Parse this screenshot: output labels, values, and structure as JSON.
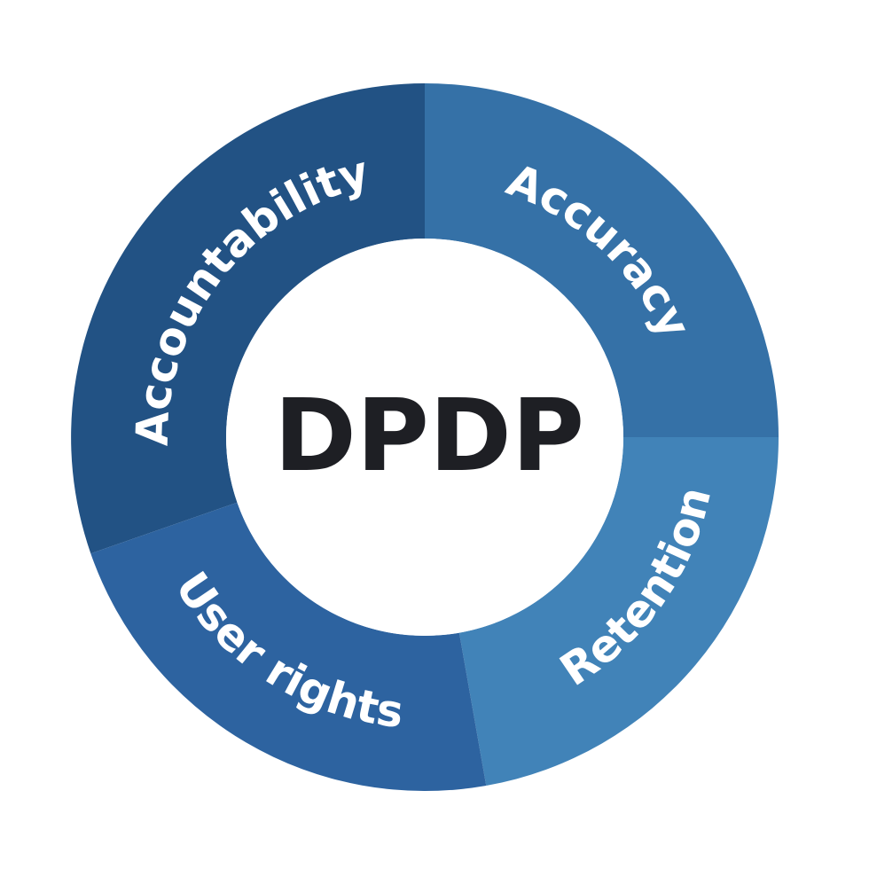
{
  "diagram": {
    "type": "ring-diagram",
    "center": {
      "label": "DPDP",
      "color": "#1e1f24",
      "background": "#ffffff"
    },
    "segments": [
      {
        "label": "Accountability",
        "color": "#225284",
        "position": "top-left"
      },
      {
        "label": "Accuracy",
        "color": "#3571a7",
        "position": "top-right"
      },
      {
        "label": "Retention",
        "color": "#4183b8",
        "position": "bottom-right"
      },
      {
        "label": "User rights",
        "color": "#2d63a0",
        "position": "bottom-left"
      }
    ],
    "label_color": "#ffffff"
  }
}
